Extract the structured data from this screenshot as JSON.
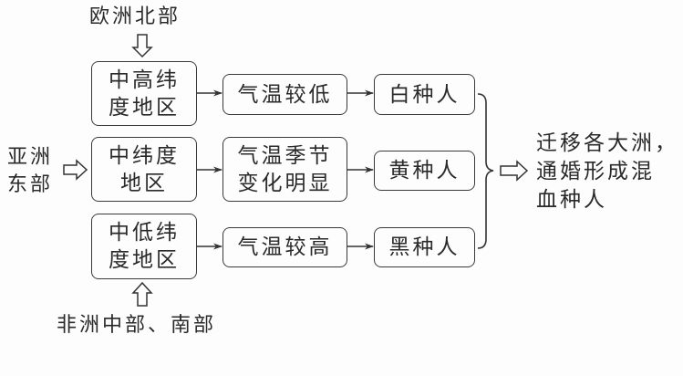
{
  "sources": {
    "north_europe": "欧洲北部",
    "east_asia_line1": "亚洲",
    "east_asia_line2": "东部",
    "africa": "非洲中部、南部"
  },
  "regions": [
    {
      "line1": "中高纬",
      "line2": "度地区"
    },
    {
      "line1": "中纬度",
      "line2": "地区"
    },
    {
      "line1": "中低纬",
      "line2": "度地区"
    }
  ],
  "climates": [
    {
      "line1": "气温较低",
      "line2": ""
    },
    {
      "line1": "气温季节",
      "line2": "变化明显"
    },
    {
      "line1": "气温较高",
      "line2": ""
    }
  ],
  "races": [
    {
      "label": "白种人"
    },
    {
      "label": "黄种人"
    },
    {
      "label": "黑种人"
    }
  ],
  "result": {
    "line1": "迁移各大洲，",
    "line2": "通婚形成混",
    "line3": "血种人"
  }
}
